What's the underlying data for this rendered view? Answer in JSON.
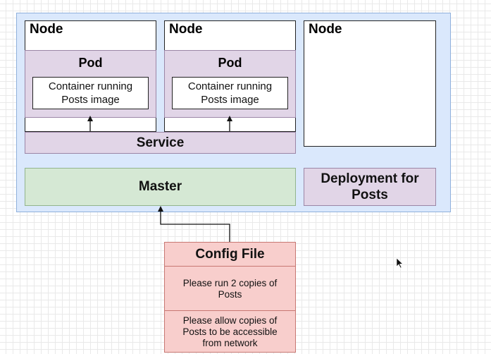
{
  "cluster": {
    "nodes": [
      {
        "label": "Node",
        "pod": {
          "label": "Pod",
          "container": {
            "line1": "Container running",
            "line2": "Posts image"
          }
        }
      },
      {
        "label": "Node",
        "pod": {
          "label": "Pod",
          "container": {
            "line1": "Container running",
            "line2": "Posts image"
          }
        }
      },
      {
        "label": "Node"
      }
    ],
    "service": "Service",
    "master": "Master",
    "deployment": {
      "line1": "Deployment for",
      "line2": "Posts"
    }
  },
  "config_file": {
    "title": "Config File",
    "rows": [
      {
        "line1": "Please run 2 copies of",
        "line2": "Posts"
      },
      {
        "line1": "Please allow copies of",
        "line2": "Posts to be accessible",
        "line3": "from network"
      }
    ]
  },
  "colors": {
    "cluster_fill": "#dae8fc",
    "pod_fill": "#e1d5e7",
    "master_fill": "#d5e8d4",
    "config_fill": "#f8cecc"
  }
}
